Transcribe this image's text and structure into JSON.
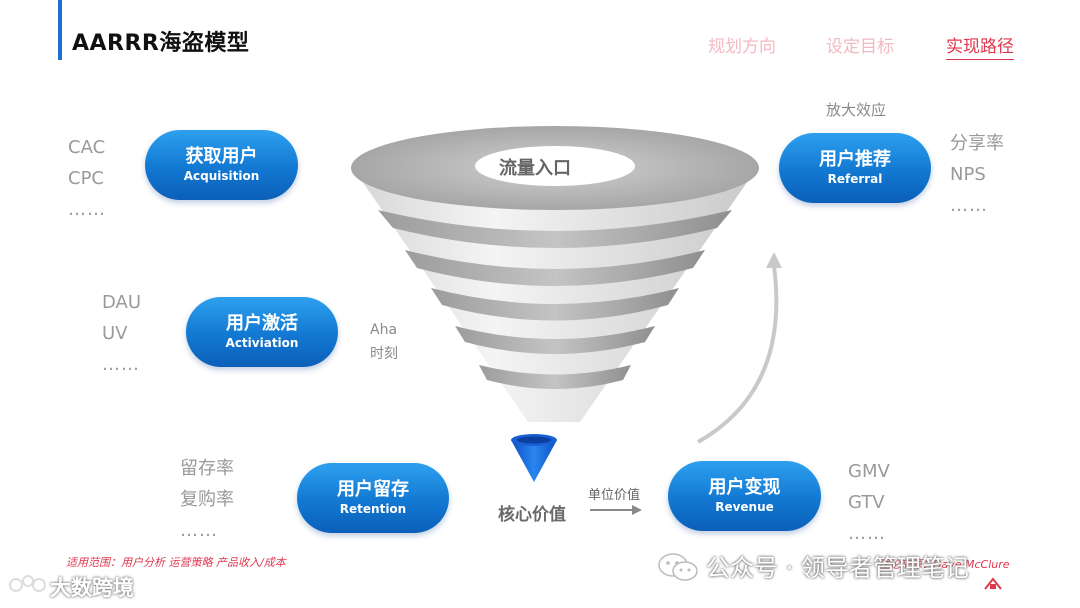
{
  "header": {
    "title": "AARRR海盗模型",
    "nav": [
      "规划方向",
      "设定目标",
      "实现路径"
    ],
    "active_nav_index": 2
  },
  "colors": {
    "accent_blue": "#1278d2",
    "accent_red": "#e0384f",
    "funnel_gray": "#c8c8c8"
  },
  "stages": {
    "acquisition": {
      "zh": "获取用户",
      "en": "Acquisition",
      "metrics": [
        "CAC",
        "CPC",
        "……"
      ]
    },
    "activation": {
      "zh": "用户激活",
      "en": "Activiation",
      "metrics": [
        "DAU",
        "UV",
        "……"
      ],
      "note": [
        "Aha",
        "时刻"
      ]
    },
    "retention": {
      "zh": "用户留存",
      "en": "Retention",
      "metrics": [
        "留存率",
        "复购率",
        "……"
      ]
    },
    "revenue": {
      "zh": "用户变现",
      "en": "Revenue",
      "metrics": [
        "GMV",
        "GTV",
        "……"
      ]
    },
    "referral": {
      "zh": "用户推荐",
      "en": "Referral",
      "metrics": [
        "分享率",
        "NPS",
        "……"
      ],
      "note": "放大效应"
    }
  },
  "funnel": {
    "top_label": "流量入口",
    "bottom_label": "核心价值",
    "unit_value_label": "单位价值"
  },
  "footer": {
    "scope": "适用范围：用户分析 运营策略 产品收入/成本",
    "source": "理论来源：Dave McClure",
    "watermark_left": "大数跨境",
    "watermark_right": "公众号 · 领导者管理笔记"
  }
}
